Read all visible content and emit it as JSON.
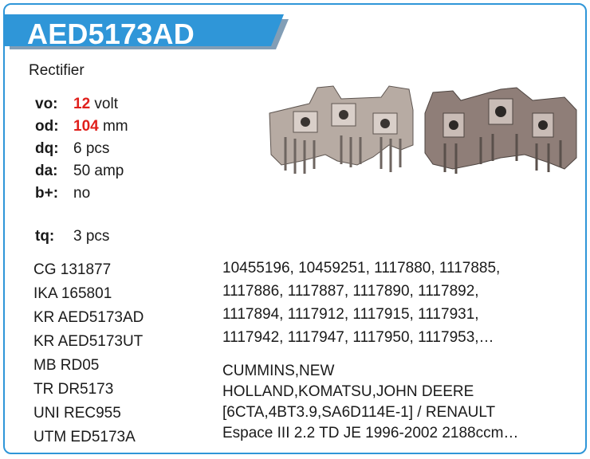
{
  "header": {
    "part_number": "AED5173AD"
  },
  "product_type": "Rectifier",
  "specs": [
    {
      "key": "vo:",
      "value": "12",
      "unit": "volt",
      "highlight": true
    },
    {
      "key": "od:",
      "value": "104",
      "unit": "mm",
      "highlight": true
    },
    {
      "key": "dq:",
      "value": "6 pcs"
    },
    {
      "key": "da:",
      "value": "50 amp"
    },
    {
      "key": "b+:",
      "value": "no"
    },
    {
      "key": "tq:",
      "value": "3 pcs"
    }
  ],
  "references": [
    "CG 131877",
    "IKA 165801",
    "KR AED5173AD",
    "KR AED5173UT",
    "MB RD05",
    "TR DR5173",
    "UNI REC955",
    "UTM ED5173A"
  ],
  "oem_numbers": [
    "10455196, 10459251, 1117880, 1117885,",
    "1117886, 1117887, 1117890, 1117892,",
    "1117894, 1117912, 1117915, 1117931,",
    "1117942, 1117947, 1117950, 1117953,…"
  ],
  "applications": [
    "CUMMINS,NEW",
    "HOLLAND,KOMATSU,JOHN DEERE",
    "[6CTA,4BT3.9,SA6D114E-1] / RENAULT",
    "Espace III 2.2 TD JE 1996-2002 2188ccm…"
  ],
  "colors": {
    "accent": "#2f96d8",
    "highlight": "#e0201c",
    "banner_shadow": "#1c4f7a"
  }
}
